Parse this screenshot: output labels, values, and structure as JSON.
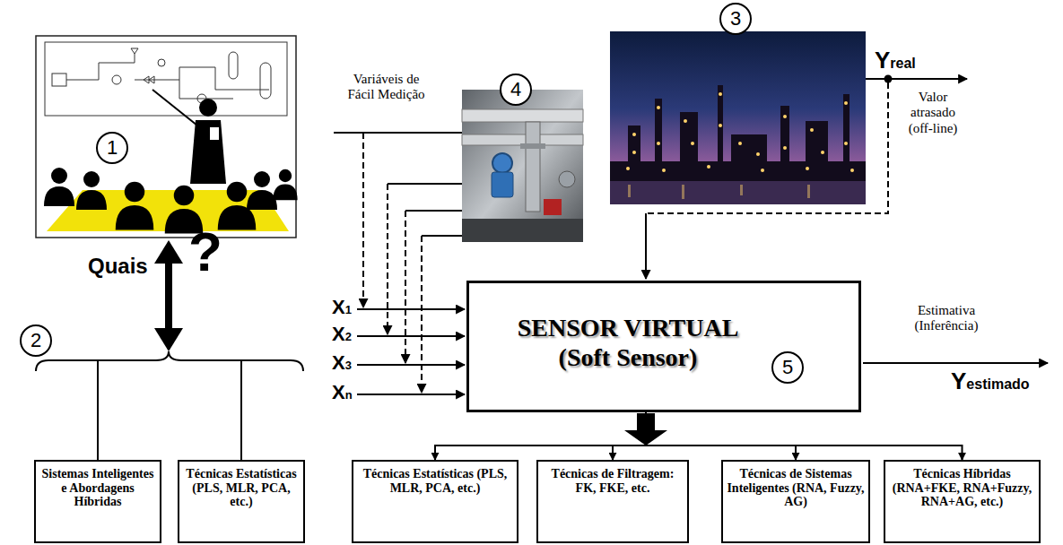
{
  "diagram": {
    "nodes": [
      {
        "text": [
          "1"
        ]
      },
      {
        "text": [
          "2"
        ]
      },
      {
        "text": [
          "4"
        ]
      },
      {
        "text": [
          "3"
        ]
      },
      {
        "text": [
          "SENSOR VIRTUAL (Soft Sensor)"
        ]
      },
      {
        "text": [
          "5"
        ],
        "in": 4
      },
      {
        "text": [
          "Sistemas Inteligentes e Abordagens Híbridas"
        ]
      },
      {
        "text": [
          "Técnicas Estatísticas (PLS, MLR, PCA, etc.)"
        ]
      },
      {
        "text": [
          "Técnicas Estatísticas (PLS, MLR, PCA, etc.)"
        ]
      },
      {
        "text": [
          "Técnicas de Filtragem: FK, FKE, etc."
        ]
      },
      {
        "text": [
          "Técnicas de Sistemas Inteligentes (RNA, Fuzzy, AG)"
        ]
      },
      {
        "text": [
          "Técnicas Híbridas (RNA+FKE, RNA+Fuzzy, RNA+AG, etc.)"
        ]
      }
    ],
    "edges": [
      {
        "from": 4,
        "to": 8,
        "arrow": "to"
      },
      {
        "from": 4,
        "to": 9,
        "arrow": "to"
      },
      {
        "from": 4,
        "to": 10,
        "arrow": "to"
      },
      {
        "from": 4,
        "to": 11,
        "arrow": "to"
      }
    ],
    "labels": [
      "Variáveis de Fácil Medição",
      "Quais",
      "?",
      "X1",
      "X2",
      "X3",
      "Xn",
      "Yreal",
      "Valor atrasado (off-line)",
      "Estimativa (Inferência)",
      "Yestimado"
    ]
  }
}
